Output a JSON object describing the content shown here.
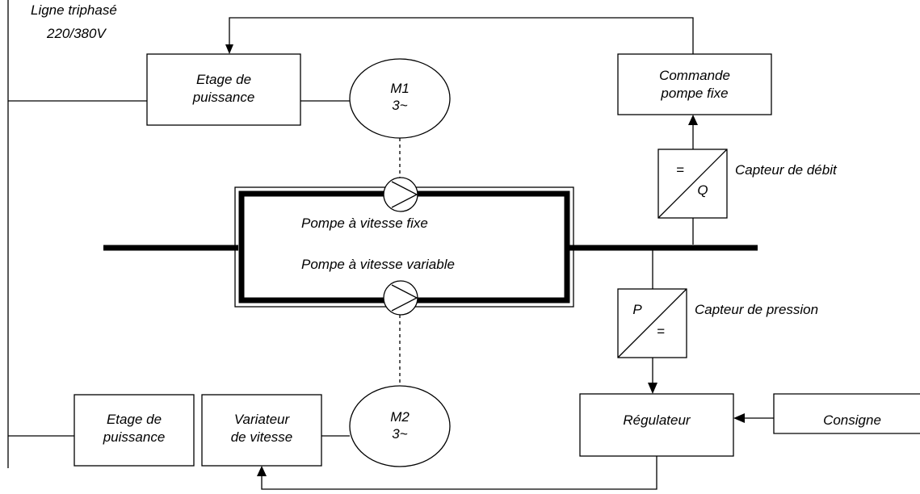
{
  "line_label": [
    "Ligne triphasé",
    "220/380V"
  ],
  "power_stage_top": [
    "Etage de",
    "puissance"
  ],
  "motor1": [
    "M1",
    "3~"
  ],
  "fixed_pump_control": [
    "Commande",
    "pompe fixe"
  ],
  "flow_sensor_name": "Capteur de débit",
  "flow_sensor_symbols": [
    "=",
    "Q"
  ],
  "fixed_pump_label": "Pompe à vitesse fixe",
  "variable_pump_label": "Pompe à vitesse variable",
  "pressure_sensor_name": "Capteur de pression",
  "pressure_sensor_symbols": [
    "P",
    "="
  ],
  "power_stage_bottom": [
    "Etage de",
    "puissance"
  ],
  "speed_variator": [
    "Variateur",
    "de vitesse"
  ],
  "motor2": [
    "M2",
    "3~"
  ],
  "regulator": "Régulateur",
  "setpoint": "Consigne"
}
